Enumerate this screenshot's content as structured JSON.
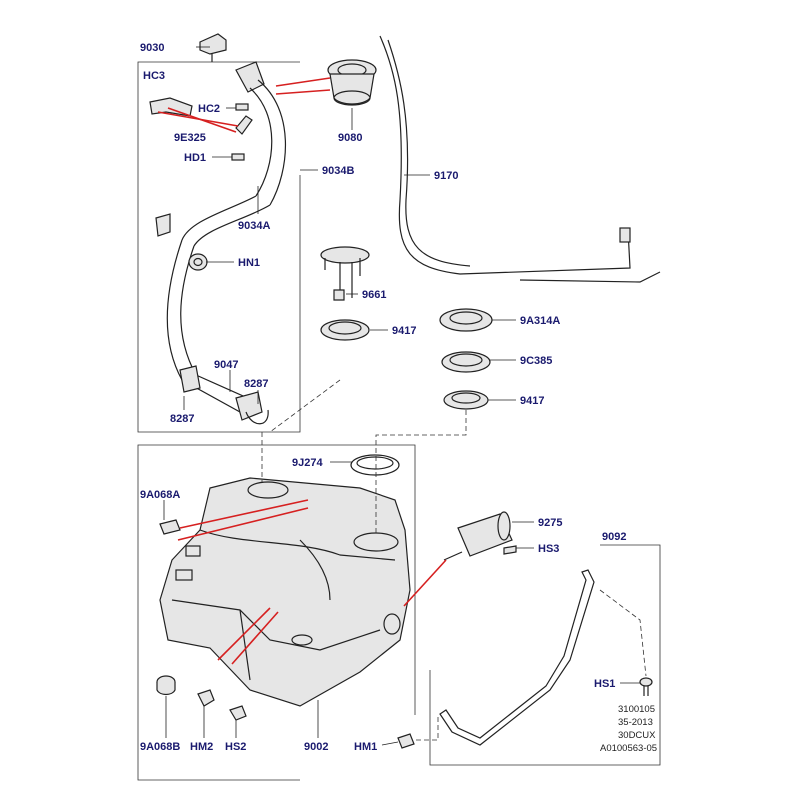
{
  "diagram": {
    "colors": {
      "label": "#1a1a6e",
      "leader": "#222222",
      "highlight": "#d62020"
    },
    "callouts": {
      "p9030": "9030",
      "hc3": "HC3",
      "hc2": "HC2",
      "p9e325": "9E325",
      "hd1": "HD1",
      "p9080": "9080",
      "p9034b": "9034B",
      "p9170": "9170",
      "p9034a": "9034A",
      "hn1": "HN1",
      "p9661": "9661",
      "p9417a": "9417",
      "p9a314a": "9A314A",
      "p9c385": "9C385",
      "p9417b": "9417",
      "p9047": "9047",
      "p8287a": "8287",
      "p8287b": "8287",
      "p9j274": "9J274",
      "p9a068a": "9A068A",
      "p9275": "9275",
      "hs3": "HS3",
      "p9092": "9092",
      "hs1": "HS1",
      "p9a068b": "9A068B",
      "hm2": "HM2",
      "hs2": "HS2",
      "p9002": "9002",
      "hm1": "HM1"
    },
    "reference": {
      "line1": "3100105",
      "line2": "35-2013",
      "line3": "30DCUX",
      "line4": "A0100563-05"
    }
  }
}
